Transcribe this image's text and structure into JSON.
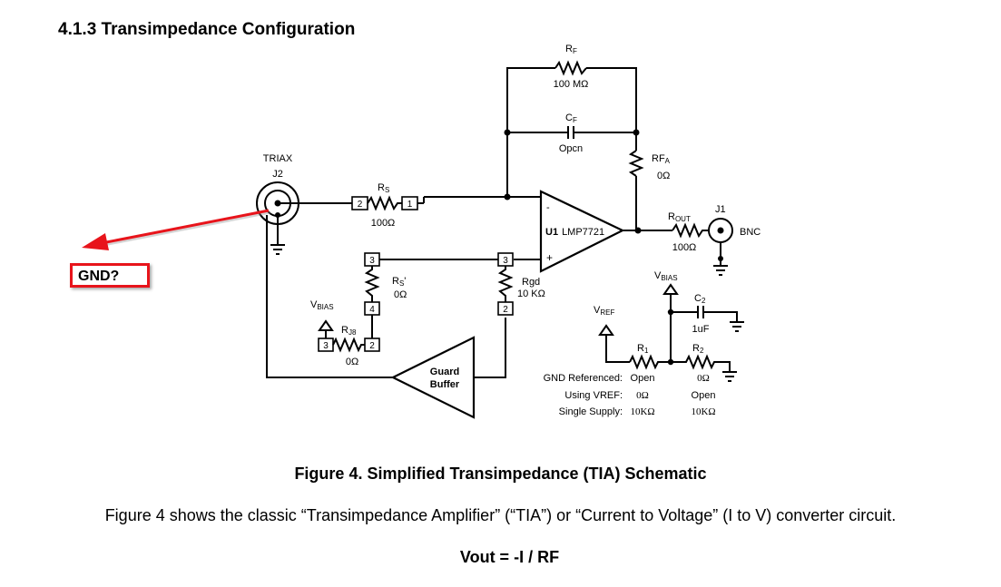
{
  "document": {
    "section_heading": "4.1.3 Transimpedance Configuration",
    "figure_caption": "Figure 4. Simplified Transimpedance (TIA) Schematic",
    "paragraph": "Figure 4 shows the classic “Transimpedance Amplifier” (“TIA”) or “Current to Voltage” (I to V) converter circuit.",
    "formula": "Vout = -I / RF"
  },
  "annotation": {
    "label": "GND?",
    "color": "#e8141b"
  },
  "schematic": {
    "j2": {
      "type": "TRIAX",
      "ref": "J2"
    },
    "rs": {
      "ref_main": "R",
      "ref_sub": "S",
      "value": "100Ω",
      "pin_left": "2",
      "pin_right": "1"
    },
    "rf": {
      "ref_main": "R",
      "ref_sub": "F",
      "value": "100 MΩ"
    },
    "cf": {
      "ref_main": "C",
      "ref_sub": "F",
      "value": "Opcn"
    },
    "rfa": {
      "ref_main": "RF",
      "ref_sub": "A",
      "value": "0Ω"
    },
    "u1": {
      "ref": "U1",
      "part": "LMP7721",
      "minus": "-",
      "plus": "+"
    },
    "rout": {
      "ref_main": "R",
      "ref_sub": "OUT",
      "value": "100Ω"
    },
    "j1": {
      "ref": "J1",
      "type": "BNC"
    },
    "rs_prime": {
      "ref_main": "R",
      "ref_sub": "S",
      "ref_suffix": "'",
      "value": "0Ω",
      "pin_top": "3",
      "pin_bottom": "4"
    },
    "rgd": {
      "ref": "Rgd",
      "value": "10 KΩ",
      "pin_top": "3",
      "pin_bottom": "2"
    },
    "rj8": {
      "ref_main": "R",
      "ref_sub": "J8",
      "value": "0Ω",
      "pin_left": "3",
      "pin_right": "2"
    },
    "vbias_left": {
      "main": "V",
      "sub": "BIAS"
    },
    "vbias_right": {
      "main": "V",
      "sub": "BIAS"
    },
    "vref": {
      "main": "V",
      "sub": "REF"
    },
    "guard_buffer": {
      "line1": "Guard",
      "line2": "Buffer"
    },
    "c2": {
      "ref_main": "C",
      "ref_sub": "2",
      "value": "1uF"
    },
    "r1": {
      "ref_main": "R",
      "ref_sub": "1"
    },
    "r2": {
      "ref_main": "R",
      "ref_sub": "2"
    },
    "config_table": [
      {
        "mode": "GND Referenced:",
        "r1": "Open",
        "r2": "0Ω"
      },
      {
        "mode": "Using VREF:",
        "r1": "0Ω",
        "r2": "Open"
      },
      {
        "mode": "Single Supply:",
        "r1": "10KΩ",
        "r2": "10KΩ"
      }
    ]
  }
}
